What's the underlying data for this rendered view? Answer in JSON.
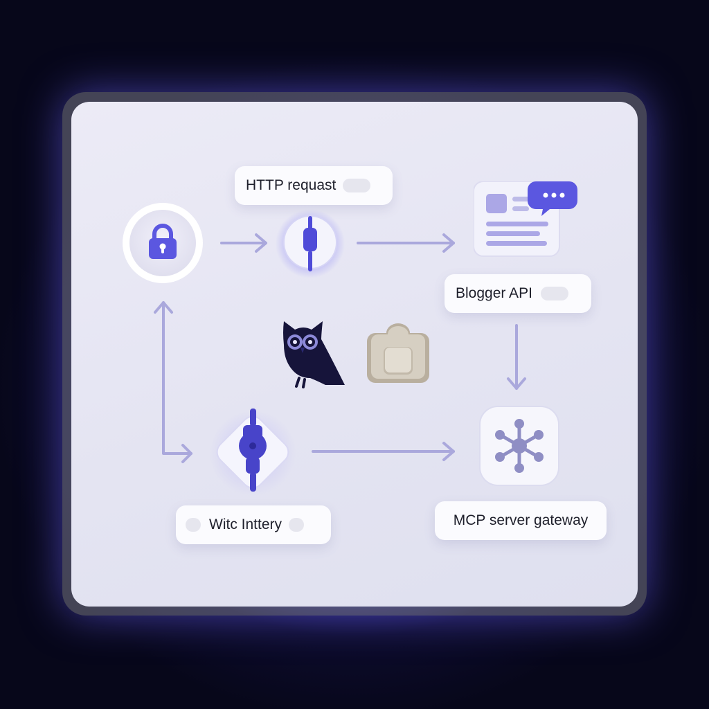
{
  "diagram": {
    "nodes": {
      "auth": {
        "icon": "lock-icon"
      },
      "http_plug": {
        "icon": "plug-icon"
      },
      "blogger": {
        "icon": "document-chat-icon"
      },
      "owl": {
        "icon": "owl-icon"
      },
      "extension": {
        "icon": "puzzle-piece-icon"
      },
      "connector": {
        "icon": "cable-connector-icon"
      },
      "gateway": {
        "icon": "hub-network-icon"
      }
    },
    "labels": {
      "http_request": "HTTP requast",
      "blogger_api": "Blogger API",
      "wite_intery": "Witc Inttery",
      "mcp_gateway": "MCP server gateway"
    },
    "colors": {
      "accent": "#5b57e0",
      "arrow": "#a8a6dc",
      "owl": "#16143a",
      "puzzle": "#cfc6b8"
    }
  }
}
